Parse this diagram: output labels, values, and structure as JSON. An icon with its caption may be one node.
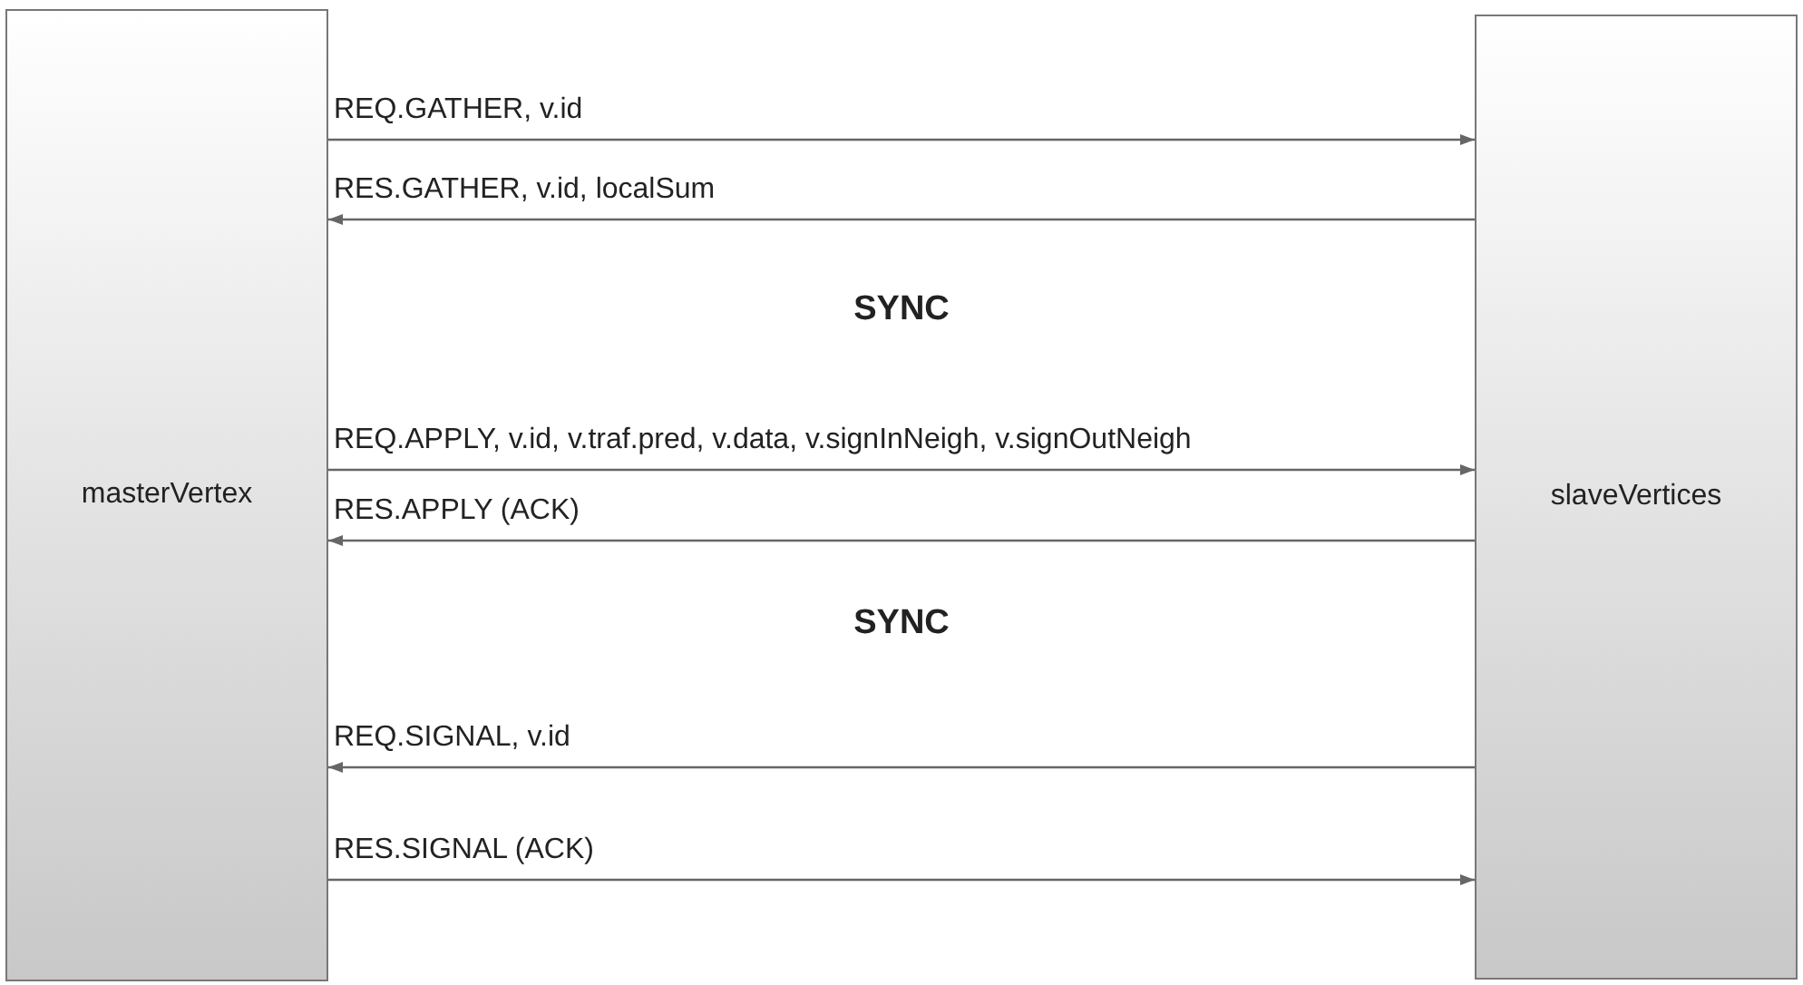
{
  "diagram": {
    "nodes": [
      {
        "text": [
          "masterVertex"
        ]
      },
      {
        "text": [
          "slaveVertices"
        ]
      }
    ],
    "edges": [
      {
        "from": 0,
        "to": 1,
        "arrow": "to",
        "label": "REQ.GATHER, v.id"
      },
      {
        "from": 1,
        "to": 0,
        "arrow": "to",
        "label": "RES.GATHER, v.id, localSum"
      },
      {
        "from": 0,
        "to": 1,
        "arrow": "to",
        "label": "REQ.APPLY, v.id, v.traf.pred, v.data, v.signInNeigh, v.signOutNeigh"
      },
      {
        "from": 1,
        "to": 0,
        "arrow": "to",
        "label": "RES.APPLY (ACK)"
      },
      {
        "from": 1,
        "to": 0,
        "arrow": "to",
        "label": "REQ.SIGNAL, v.id"
      },
      {
        "from": 0,
        "to": 1,
        "arrow": "to",
        "label": "RES.SIGNAL (ACK)"
      }
    ],
    "labels": [
      "SYNC",
      "SYNC"
    ]
  }
}
